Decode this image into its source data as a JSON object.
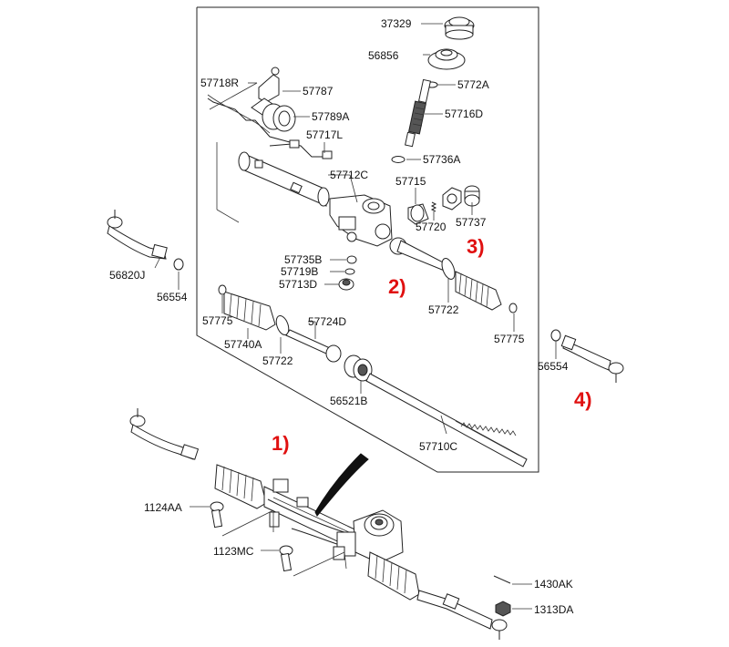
{
  "parts": {
    "p37329": "37329",
    "p56856": "56856",
    "p5772A": "5772A",
    "p57716D": "57716D",
    "p57718R": "57718R",
    "p57787": "57787",
    "p57789A": "57789A",
    "p57717L": "57717L",
    "p57736A": "57736A",
    "p57712C": "57712C",
    "p57715": "57715",
    "p57720": "57720",
    "p57737": "57737",
    "p56820J": "56820J",
    "p56554_left": "56554",
    "p57735B": "57735B",
    "p57719B": "57719B",
    "p57713D": "57713D",
    "p57775_left": "57775",
    "p57740A": "57740A",
    "p57724D": "57724D",
    "p57722_left": "57722",
    "p57722_right": "57722",
    "p57775_right": "57775",
    "p56554_right": "56554",
    "p56521B": "56521B",
    "p57710C": "57710C",
    "p1124AA": "1124AA",
    "p1123MC": "1123MC",
    "p1430AK": "1430AK",
    "p1313DA": "1313DA"
  },
  "callouts": {
    "c1": "1)",
    "c2": "2)",
    "c3": "3)",
    "c4": "4)"
  },
  "colors": {
    "callout": "#e01010",
    "line": "#222222"
  }
}
